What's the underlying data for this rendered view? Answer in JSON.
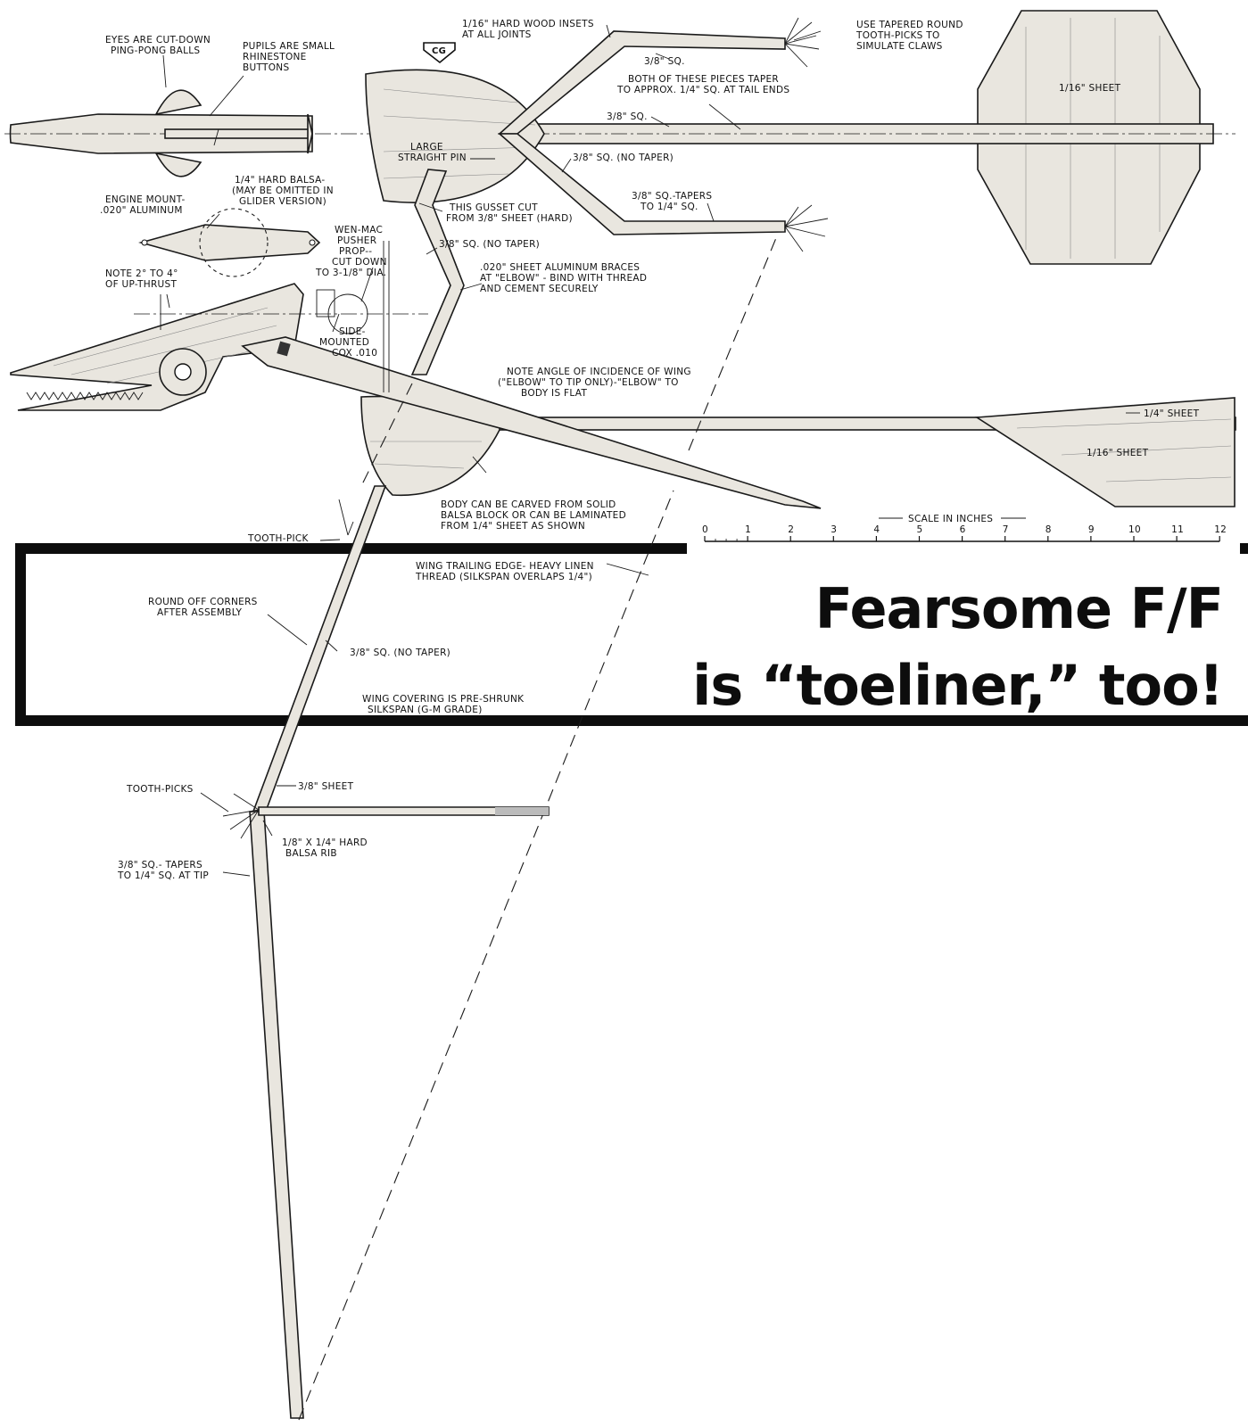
{
  "title": {
    "line1": "Fearsome F/F",
    "line2": "is “toeliner,” too!"
  },
  "cg_mark": "CG",
  "scale": {
    "label": "SCALE IN INCHES",
    "ticks": [
      "0",
      "1",
      "2",
      "3",
      "4",
      "5",
      "6",
      "7",
      "8",
      "9",
      "10",
      "11",
      "12"
    ]
  },
  "notes": {
    "eyes": [
      "EYES ARE CUT-DOWN",
      "PING-PONG BALLS"
    ],
    "pupils": [
      "PUPILS ARE SMALL",
      "RHINESTONE",
      "BUTTONS"
    ],
    "inserts": [
      "1/16\" HARD WOOD INSETS",
      "AT ALL JOINTS"
    ],
    "claws": [
      "USE TAPERED ROUND",
      "TOOTH-PICKS TO",
      "SIMULATE CLAWS"
    ],
    "sq38_top": "3/8\" SQ.",
    "taper_both": [
      "BOTH OF THESE PIECES TAPER",
      "TO APPROX. 1/4\" SQ. AT TAIL ENDS"
    ],
    "sq38_mid": "3/8\" SQ.",
    "tail_sheet": "1/16\" SHEET",
    "pin": [
      "LARGE",
      "STRAIGHT PIN"
    ],
    "notaper_right": "3/8\" SQ. (NO TAPER)",
    "hard_balsa": [
      "1/4\" HARD BALSA-",
      "(MAY BE OMITTED IN",
      "GLIDER VERSION)"
    ],
    "engine_mount": [
      "ENGINE MOUNT-",
      ".020\" ALUMINUM"
    ],
    "gusset": [
      "THIS GUSSET CUT",
      "FROM 3/8\" SHEET (HARD)"
    ],
    "tapers_right": [
      "3/8\" SQ.-TAPERS",
      "TO 1/4\" SQ."
    ],
    "prop": [
      "WEN-MAC",
      "PUSHER",
      "PROP--",
      "CUT DOWN",
      "TO 3-1/8\" DIA."
    ],
    "notaper_leg": "3/8\" SQ. (NO TAPER)",
    "upthrust": [
      "NOTE 2° TO 4°",
      "OF UP-THRUST"
    ],
    "braces": [
      ".020\" SHEET ALUMINUM BRACES",
      "AT \"ELBOW\" - BIND WITH THREAD",
      "AND CEMENT SECURELY"
    ],
    "cox": [
      "SIDE-",
      "MOUNTED",
      "COX .010"
    ],
    "incidence": [
      "NOTE ANGLE OF INCIDENCE OF WING",
      "(\"ELBOW\" TO TIP ONLY)-\"ELBOW\" TO",
      "BODY IS FLAT"
    ],
    "quarter_sheet": "1/4\" SHEET",
    "sixteenth_sheet": "1/16\" SHEET",
    "body": [
      "BODY CAN BE CARVED FROM SOLID",
      "BALSA BLOCK OR CAN BE LAMINATED",
      "FROM 1/4\" SHEET AS SHOWN"
    ],
    "toothpick": "TOOTH-PICK",
    "trailing": [
      "WING TRAILING EDGE- HEAVY LINEN",
      "THREAD (SILKSPAN OVERLAPS 1/4\")"
    ],
    "round_off": [
      "ROUND OFF CORNERS",
      "AFTER ASSEMBLY"
    ],
    "notaper_wing": "3/8\" SQ. (NO TAPER)",
    "covering": [
      "WING COVERING IS PRE-SHRUNK",
      "SILKSPAN (G-M GRADE)"
    ],
    "toothpicks": "TOOTH-PICKS",
    "sheet38": "3/8\" SHEET",
    "rib": [
      "1/8\" X 1/4\" HARD",
      "BALSA RIB"
    ],
    "tip_taper": [
      "3/8\" SQ.- TAPERS",
      "TO 1/4\" SQ. AT TIP"
    ]
  }
}
